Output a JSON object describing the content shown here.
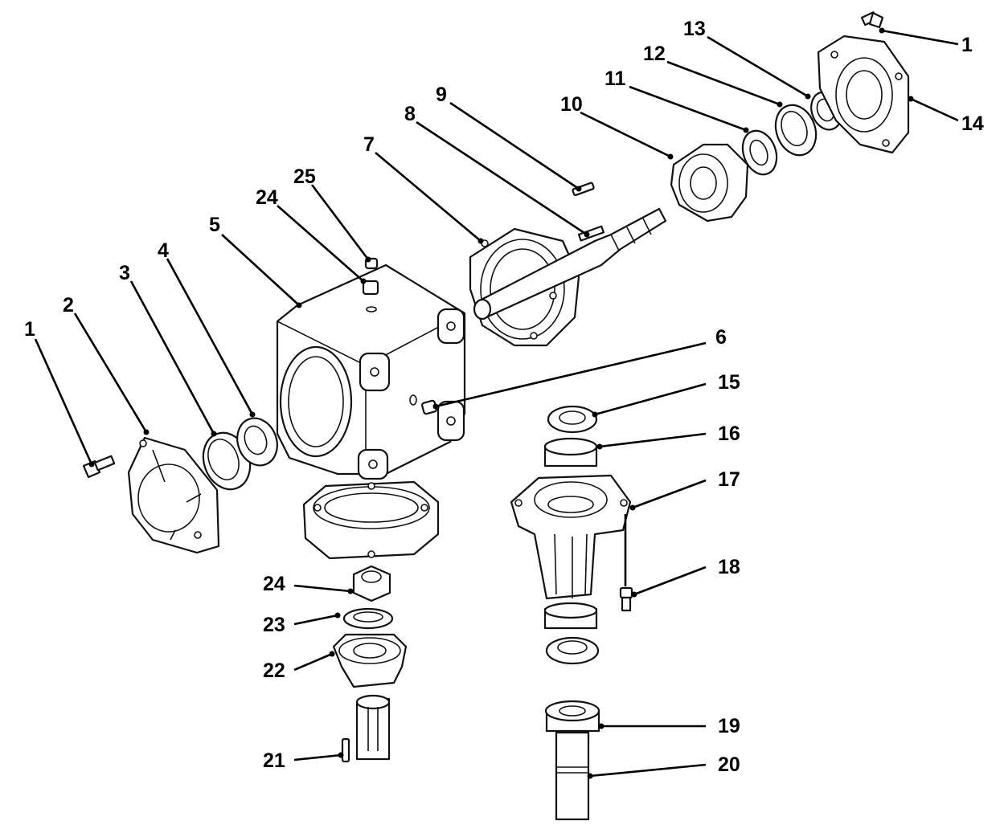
{
  "diagram": {
    "callouts": [
      {
        "id": "c1a",
        "label": "1"
      },
      {
        "id": "c2",
        "label": "2"
      },
      {
        "id": "c3",
        "label": "3"
      },
      {
        "id": "c4",
        "label": "4"
      },
      {
        "id": "c5",
        "label": "5"
      },
      {
        "id": "c24a",
        "label": "24"
      },
      {
        "id": "c25",
        "label": "25"
      },
      {
        "id": "c7",
        "label": "7"
      },
      {
        "id": "c8",
        "label": "8"
      },
      {
        "id": "c9",
        "label": "9"
      },
      {
        "id": "c10",
        "label": "10"
      },
      {
        "id": "c11",
        "label": "11"
      },
      {
        "id": "c12",
        "label": "12"
      },
      {
        "id": "c13",
        "label": "13"
      },
      {
        "id": "c1b",
        "label": "1"
      },
      {
        "id": "c14",
        "label": "14"
      },
      {
        "id": "c6",
        "label": "6"
      },
      {
        "id": "c15",
        "label": "15"
      },
      {
        "id": "c16",
        "label": "16"
      },
      {
        "id": "c17",
        "label": "17"
      },
      {
        "id": "c18",
        "label": "18"
      },
      {
        "id": "c19",
        "label": "19"
      },
      {
        "id": "c20",
        "label": "20"
      },
      {
        "id": "c24b",
        "label": "24"
      },
      {
        "id": "c23",
        "label": "23"
      },
      {
        "id": "c22",
        "label": "22"
      },
      {
        "id": "c21",
        "label": "21"
      }
    ]
  }
}
